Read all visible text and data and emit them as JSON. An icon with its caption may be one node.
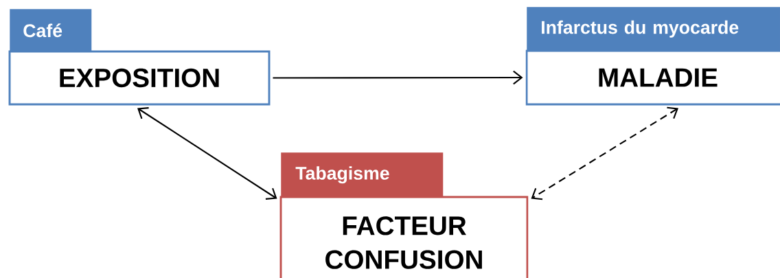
{
  "diagram": {
    "nodes": [
      {
        "text": [
          "Café",
          "EXPOSITION"
        ]
      },
      {
        "text": [
          "Infarctus du myocarde",
          "MALADIE"
        ]
      },
      {
        "text": [
          "Tabagisme",
          "FACTEUR CONFUSION"
        ]
      }
    ],
    "edges": [
      {
        "from": 0,
        "to": 1,
        "arrow": "to"
      },
      {
        "from": 0,
        "to": 2,
        "arrow": "both"
      },
      {
        "from": 1,
        "to": 2,
        "arrow": "both",
        "style": "dashed"
      }
    ]
  }
}
